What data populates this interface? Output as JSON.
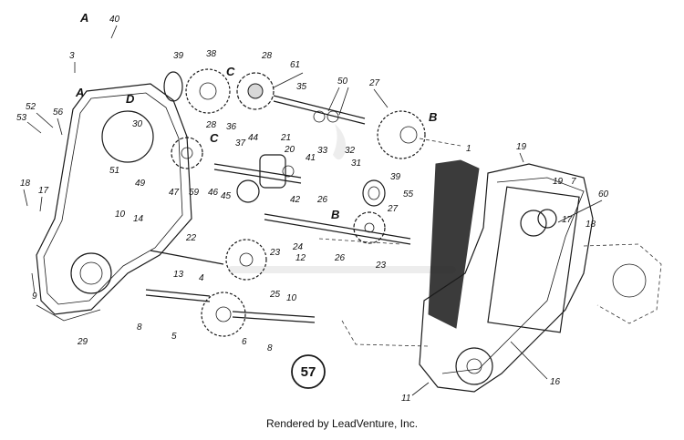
{
  "diagram": {
    "callout": "57",
    "footer": "Rendered by LeadVenture, Inc.",
    "letter_labels": [
      "A",
      "A",
      "B",
      "B",
      "C",
      "C",
      "D"
    ],
    "part_labels": [
      "40",
      "3",
      "52",
      "53",
      "56",
      "18",
      "17",
      "9",
      "29",
      "39",
      "38",
      "28",
      "61",
      "35",
      "50",
      "27",
      "36",
      "37",
      "30",
      "51",
      "49",
      "47",
      "59",
      "44",
      "21",
      "20",
      "41",
      "46",
      "45",
      "42",
      "26",
      "55",
      "33",
      "32",
      "31",
      "39",
      "28",
      "19",
      "19",
      "7",
      "60",
      "17",
      "18",
      "10",
      "14",
      "22",
      "13",
      "23",
      "25",
      "24",
      "12",
      "10",
      "27",
      "26",
      "23",
      "8",
      "4",
      "5",
      "6",
      "8",
      "16",
      "11",
      "1",
      "57"
    ]
  }
}
